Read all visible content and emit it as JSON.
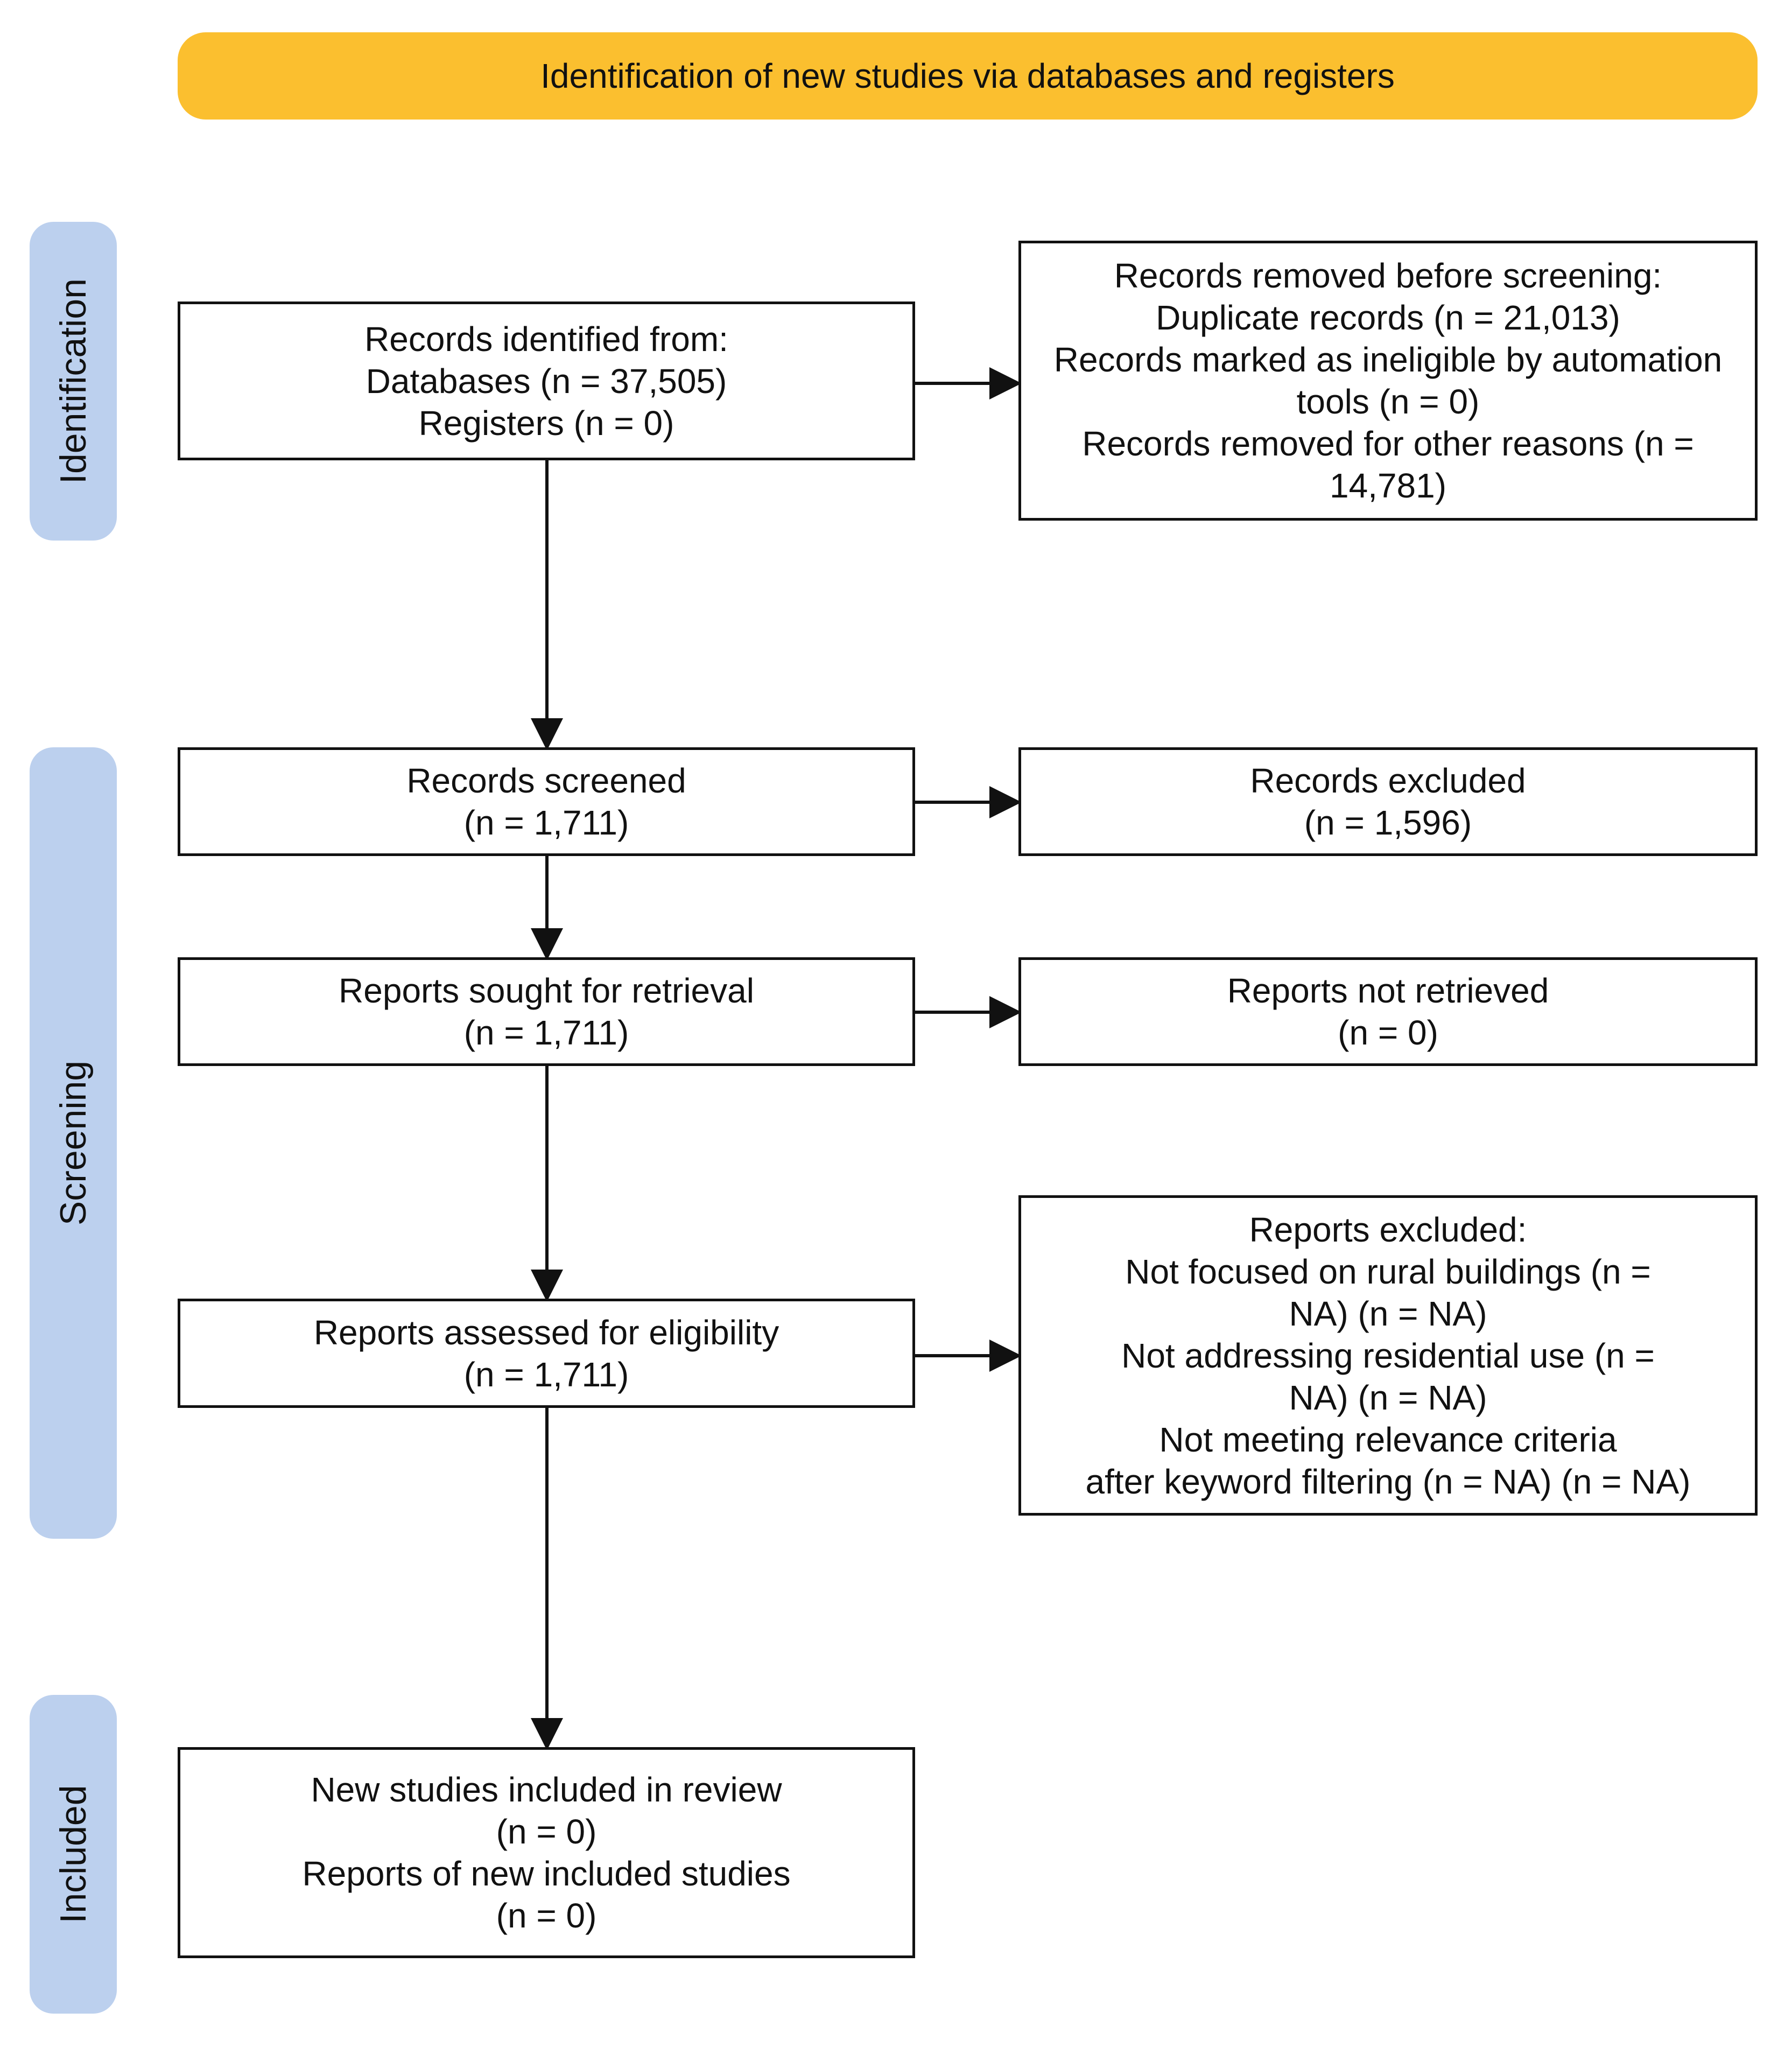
{
  "colors": {
    "banner": "#fbbf2f",
    "phase": "#bcd0ee",
    "line": "#111111"
  },
  "banner": {
    "title": "Identification of new studies via databases and registers"
  },
  "phases": {
    "identification": "Identification",
    "screening": "Screening",
    "included": "Included"
  },
  "boxes": {
    "records_identified": {
      "lines": [
        "Records identified from:",
        "Databases (n = 37,505)",
        "Registers (n = 0)"
      ]
    },
    "records_removed": {
      "lines": [
        "Records removed before screening:",
        "Duplicate records (n = 21,013)",
        "Records marked as ineligible by automation",
        "tools (n = 0)",
        "Records removed for other reasons (n =",
        "14,781)"
      ]
    },
    "records_screened": {
      "lines": [
        "Records screened",
        "(n = 1,711)"
      ]
    },
    "records_excluded": {
      "lines": [
        "Records excluded",
        "(n = 1,596)"
      ]
    },
    "reports_sought": {
      "lines": [
        "Reports sought for retrieval",
        "(n = 1,711)"
      ]
    },
    "reports_not_retrieved": {
      "lines": [
        "Reports not retrieved",
        "(n = 0)"
      ]
    },
    "reports_assessed": {
      "lines": [
        "Reports assessed for eligibility",
        "(n = 1,711)"
      ]
    },
    "reports_excluded": {
      "lines": [
        "Reports excluded:",
        "Not focused on rural buildings (n =",
        "NA) (n = NA)",
        "Not addressing residential use (n =",
        "NA) (n = NA)",
        "Not meeting relevance criteria",
        "after keyword filtering (n = NA) (n = NA)"
      ]
    },
    "studies_included": {
      "lines": [
        "New studies included in review",
        "(n = 0)",
        "Reports of new included studies",
        "(n = 0)"
      ]
    }
  }
}
